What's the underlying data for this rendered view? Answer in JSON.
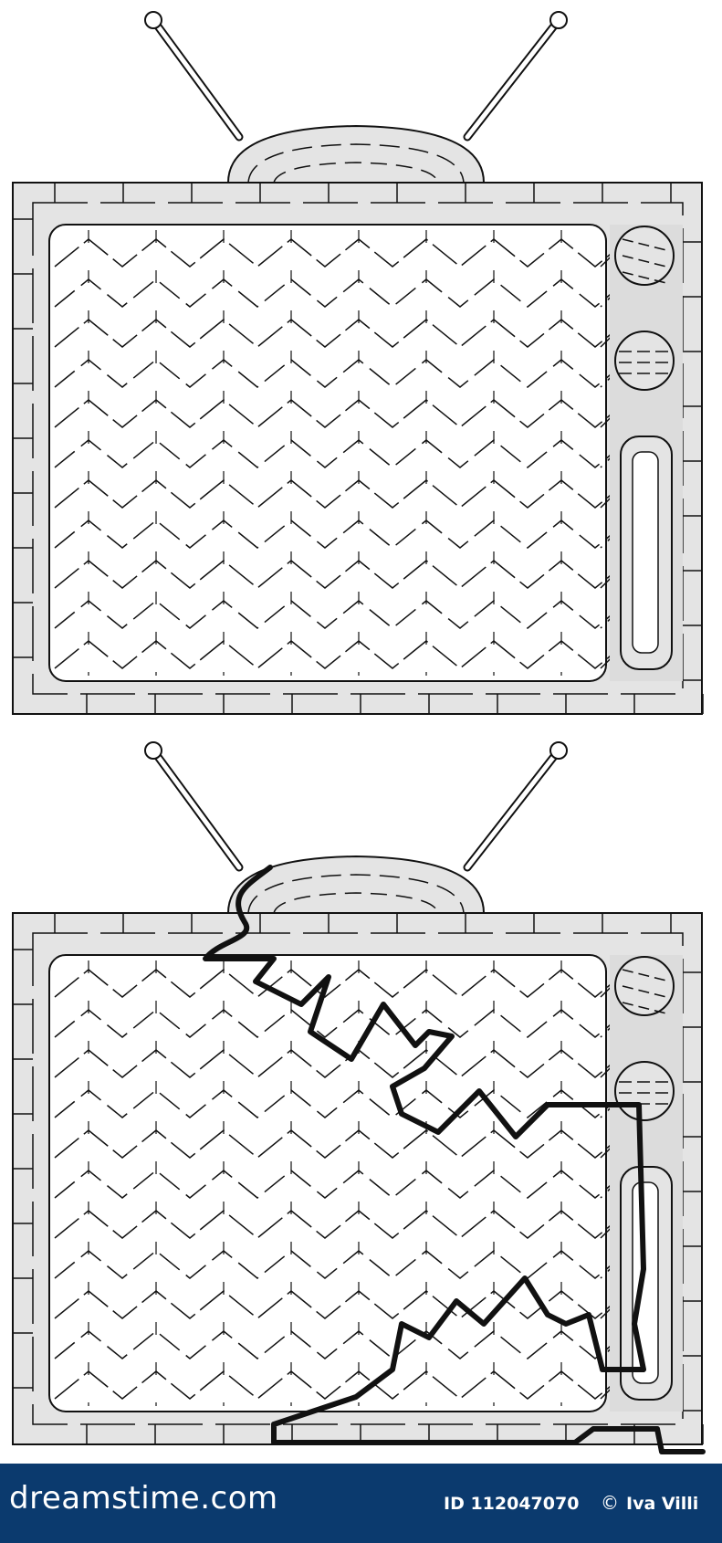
{
  "maze": {
    "fill_color": "#e4e4e4",
    "line_color": "#111111",
    "solution_color": "#111111",
    "panels": [
      "unsolved",
      "solved"
    ]
  },
  "footer": {
    "background": "#0b3a6e",
    "brand_text": "dreamstime.com",
    "image_id": "ID 112047070",
    "copyright_symbol": "©",
    "author": "Iva Villi"
  }
}
